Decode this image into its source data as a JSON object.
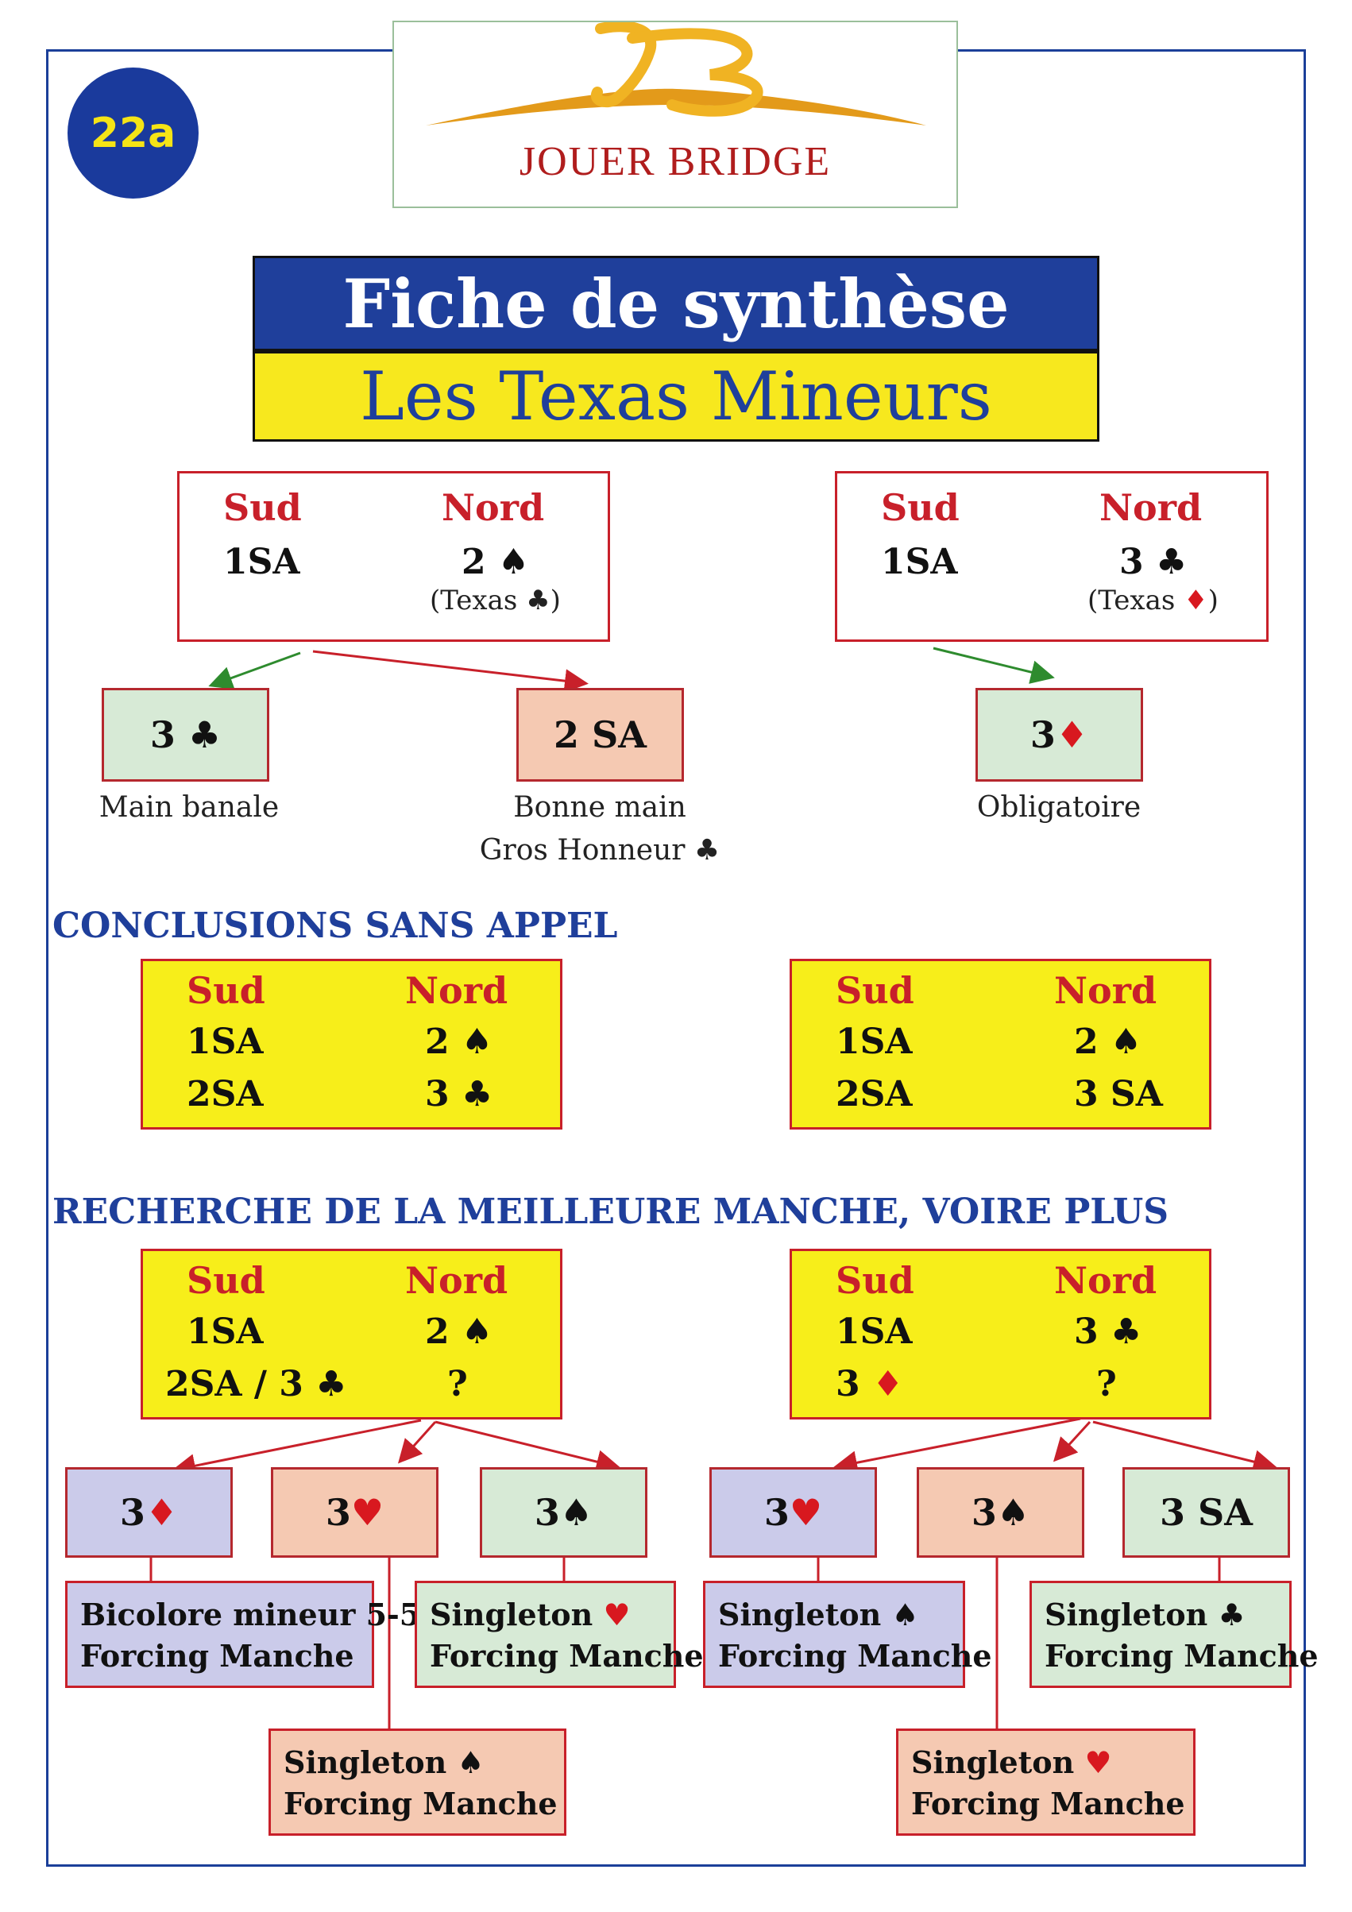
{
  "badge": "22a",
  "logo": {
    "text": "JOUER BRIDGE"
  },
  "title": {
    "main": "Fiche de synthèse",
    "sub": "Les Texas Mineurs"
  },
  "colors": {
    "frame": "#1b3f99",
    "title_blue": "#1f3f9b",
    "title_yellow": "#f7e81e",
    "bid_red": "#c8202a",
    "box_yellow": "#f7ee1a",
    "green": "#d7ead6",
    "salmon": "#f5c9b2",
    "lilac": "#cbcbea",
    "arrow_green": "#2e8b2e",
    "arrow_red": "#c8202a"
  },
  "header_sud": "Sud",
  "header_nord": "Nord",
  "top_left": {
    "sud_bid": "1SA",
    "nord_bid": "2 ♠",
    "texas_prefix": "(Texas ",
    "texas_suit": "♣",
    "texas_suffix": ")",
    "responses": [
      {
        "bid": "3 ♣",
        "label": "Main banale"
      },
      {
        "bid": "2 SA",
        "label_line1": "Bonne main",
        "label_line2": "Gros Honneur ♣"
      }
    ]
  },
  "top_right": {
    "sud_bid": "1SA",
    "nord_bid": "3 ♣",
    "texas_prefix": "(Texas ",
    "texas_suit": "♦",
    "texas_suffix": ")",
    "responses": [
      {
        "bid_num": "3 ",
        "bid_suit": "♦",
        "label": "Obligatoire"
      }
    ]
  },
  "section1": "CONCLUSIONS SANS APPEL",
  "concl_left": {
    "rows": [
      [
        "1SA",
        "2 ♠"
      ],
      [
        "2SA",
        "3 ♣"
      ]
    ]
  },
  "concl_right": {
    "rows": [
      [
        "1SA",
        "2 ♠"
      ],
      [
        "2SA",
        "3 SA"
      ]
    ]
  },
  "section2": "RECHERCHE DE LA MEILLEURE MANCHE, VOIRE PLUS",
  "search_left": {
    "rows": [
      [
        "1SA",
        "2 ♠"
      ],
      [
        "2SA / 3 ♣",
        "?"
      ]
    ],
    "responses": [
      {
        "num": "3 ",
        "suit": "♦",
        "suit_red": true
      },
      {
        "num": "3 ",
        "suit": "♥",
        "suit_red": true
      },
      {
        "num": "3 ",
        "suit": "♠",
        "suit_red": false
      }
    ],
    "descs": [
      {
        "line1": "Bicolore mineur 5-5",
        "line2": "Forcing Manche"
      },
      {
        "line1": "Singleton ",
        "suit": "♠",
        "line2": "Forcing Manche"
      },
      {
        "line1": "Singleton ",
        "suit": "♥",
        "line2": "Forcing Manche"
      }
    ]
  },
  "search_right": {
    "row1": [
      "1SA",
      "3 ♣"
    ],
    "row2_num": "3 ",
    "row2_suit": "♦",
    "row2_nord": "?",
    "responses": [
      {
        "num": "3 ",
        "suit": "♥",
        "suit_red": true
      },
      {
        "num": "3 ",
        "suit": "♠",
        "suit_red": false
      },
      {
        "num": "3 SA",
        "suit": "",
        "suit_red": false
      }
    ],
    "descs": [
      {
        "line1": "Singleton ",
        "suit": "♠",
        "line2": "Forcing Manche"
      },
      {
        "line1": "Singleton ",
        "suit": "♥",
        "line2": "Forcing Manche"
      },
      {
        "line1": "Singleton ",
        "suit": "♣",
        "line2": "Forcing Manche"
      }
    ]
  }
}
